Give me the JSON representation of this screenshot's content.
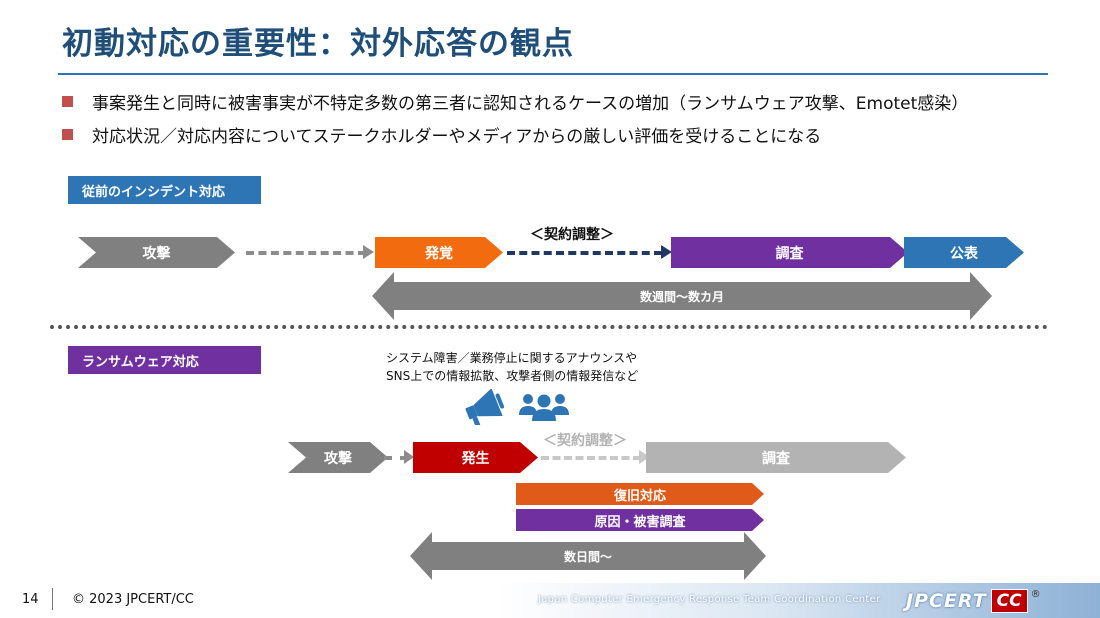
{
  "slide": {
    "title": "初動対応の重要性：対外応答の観点",
    "bullets": [
      "事案発生と同時に被害事実が不特定多数の第三者に認知されるケースの増加（ランサムウェア攻撃、Emotet感染）",
      "対応状況／対応内容についてステークホルダーやメディアからの厳しい評価を受けることになる"
    ]
  },
  "traditional": {
    "label": "従前のインシデント対応",
    "steps": [
      "攻撃",
      "発覚",
      "調査",
      "公表"
    ],
    "contract": "＜契約調整＞",
    "duration": "数週間～数カ月"
  },
  "ransomware": {
    "label": "ランサムウェア対応",
    "annotation_line1": "システム障害／業務停止に関するアナウンスや",
    "annotation_line2": "SNS上での情報拡散、攻撃者側の情報発信など",
    "steps": [
      "攻撃",
      "発生",
      "調査"
    ],
    "contract": "＜契約調整＞",
    "tasks": [
      "復旧対応",
      "原因・被害調査"
    ],
    "duration": "数日間～"
  },
  "footer": {
    "page": "14",
    "copyright": "© 2023  JPCERT/CC",
    "org": "Japan Computer Emergency Response Team  Coordination Center",
    "logo_main": "JPCERT",
    "logo_cc": "CC",
    "logo_reg": "®"
  },
  "colors": {
    "title": "#1f4e79",
    "accent_blue": "#2e75b6",
    "purple": "#7030a0",
    "orange": "#f26b0f",
    "red": "#c00000",
    "gray": "#808080",
    "light_gray": "#b3b3b3",
    "navy": "#1f3864",
    "recovery_orange": "#e05a1a"
  },
  "icons": [
    "megaphone-icon",
    "people-icon"
  ]
}
